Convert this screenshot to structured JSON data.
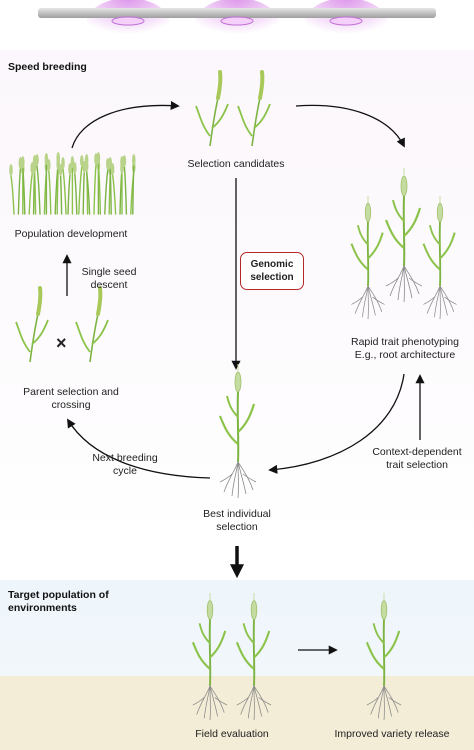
{
  "sections": {
    "speed_breeding": "Speed breeding",
    "target_env_line1": "Target population of",
    "target_env_line2": "environments"
  },
  "nodes": {
    "selection_candidates": "Selection candidates",
    "population_development": "Population development",
    "single_seed_line1": "Single seed",
    "single_seed_line2": "descent",
    "genomic_line1": "Genomic",
    "genomic_line2": "selection",
    "rapid_line1": "Rapid trait phenotyping",
    "rapid_line2": "E.g., root architecture",
    "parent_line1": "Parent selection and",
    "parent_line2": "crossing",
    "cross_symbol": "×",
    "next_line1": "Next breeding",
    "next_line2": "cycle",
    "context_line1": "Context-dependent",
    "context_line2": "trait selection",
    "best_line1": "Best individual",
    "best_line2": "selection",
    "field_evaluation": "Field evaluation",
    "improved_variety": "Improved variety release"
  },
  "colors": {
    "lamp_glow": "#d98be8",
    "plant_green": "#7cb342",
    "root_gray": "#8a8a8a",
    "genomic_border": "#b5292a",
    "soil": "#f3ecd6",
    "sky": "#eef5fb"
  }
}
